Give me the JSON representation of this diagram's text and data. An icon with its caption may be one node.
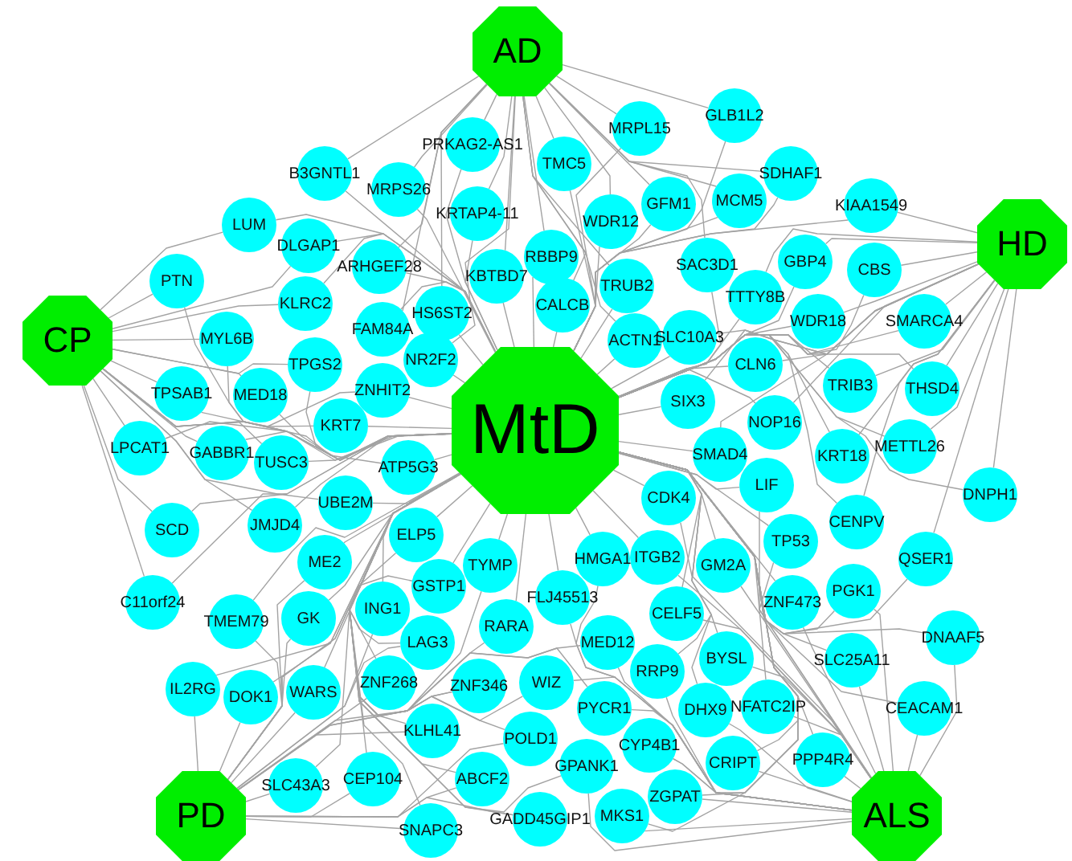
{
  "diagram": {
    "nodes": [
      {
        "text": [
          "MtD"
        ]
      },
      {
        "text": [
          "AD"
        ]
      },
      {
        "text": [
          "HD"
        ]
      },
      {
        "text": [
          "CP"
        ]
      },
      {
        "text": [
          "PD"
        ]
      },
      {
        "text": [
          "ALS"
        ]
      },
      {
        "text": [
          "PRKAG2-AS1"
        ]
      },
      {
        "text": [
          "B3GNTL1"
        ]
      },
      {
        "text": [
          "MRPS26"
        ]
      },
      {
        "text": [
          "KRTAP4-11"
        ]
      },
      {
        "text": [
          "KBTBD7"
        ]
      },
      {
        "text": [
          "RBBP9"
        ]
      },
      {
        "text": [
          "CALCB"
        ]
      },
      {
        "text": [
          "TMC5"
        ]
      },
      {
        "text": [
          "MRPL15"
        ]
      },
      {
        "text": [
          "GLB1L2"
        ]
      },
      {
        "text": [
          "WDR12"
        ]
      },
      {
        "text": [
          "GFM1"
        ]
      },
      {
        "text": [
          "TRUB2"
        ]
      },
      {
        "text": [
          "ACTN1"
        ]
      },
      {
        "text": [
          "HS6ST2"
        ]
      },
      {
        "text": [
          "ARHGEF28"
        ]
      },
      {
        "text": [
          "FAM84A"
        ]
      },
      {
        "text": [
          "NR2F2"
        ]
      },
      {
        "text": [
          "SDHAF1"
        ]
      },
      {
        "text": [
          "MCM5"
        ]
      },
      {
        "text": [
          "SAC3D1"
        ]
      },
      {
        "text": [
          "KIAA1549"
        ]
      },
      {
        "text": [
          "GBP4"
        ]
      },
      {
        "text": [
          "CBS"
        ]
      },
      {
        "text": [
          "SMARCA4"
        ]
      },
      {
        "text": [
          "WDR18"
        ]
      },
      {
        "text": [
          "TTTY8B"
        ]
      },
      {
        "text": [
          "SLC10A3"
        ]
      },
      {
        "text": [
          "CLN6"
        ]
      },
      {
        "text": [
          "SIX3"
        ]
      },
      {
        "text": [
          "TRIB3"
        ]
      },
      {
        "text": [
          "THSD4"
        ]
      },
      {
        "text": [
          "NOP16"
        ]
      },
      {
        "text": [
          "KRT18"
        ]
      },
      {
        "text": [
          "METTL26"
        ]
      },
      {
        "text": [
          "DNPH1"
        ]
      },
      {
        "text": [
          "QSER1"
        ]
      },
      {
        "text": [
          "CENPV"
        ]
      },
      {
        "text": [
          "SMAD4"
        ]
      },
      {
        "text": [
          "LUM"
        ]
      },
      {
        "text": [
          "PTN"
        ]
      },
      {
        "text": [
          "DLGAP1"
        ]
      },
      {
        "text": [
          "KLRC2"
        ]
      },
      {
        "text": [
          "MYL6B"
        ]
      },
      {
        "text": [
          "TPGS2"
        ]
      },
      {
        "text": [
          "TPSAB1"
        ]
      },
      {
        "text": [
          "MED18"
        ]
      },
      {
        "text": [
          "ZNHIT2"
        ]
      },
      {
        "text": [
          "KRT7"
        ]
      },
      {
        "text": [
          "LPCAT1"
        ]
      },
      {
        "text": [
          "GABBR1"
        ]
      },
      {
        "text": [
          "TUSC3"
        ]
      },
      {
        "text": [
          "ATP5G3"
        ]
      },
      {
        "text": [
          "SCD"
        ]
      },
      {
        "text": [
          "JMJD4"
        ]
      },
      {
        "text": [
          "UBE2M"
        ]
      },
      {
        "text": [
          "C11orf24"
        ]
      },
      {
        "text": [
          "ME2"
        ]
      },
      {
        "text": [
          "ELP5"
        ]
      },
      {
        "text": [
          "TYMP"
        ]
      },
      {
        "text": [
          "GSTP1"
        ]
      },
      {
        "text": [
          "TMEM79"
        ]
      },
      {
        "text": [
          "GK"
        ]
      },
      {
        "text": [
          "ING1"
        ]
      },
      {
        "text": [
          "RARA"
        ]
      },
      {
        "text": [
          "LAG3"
        ]
      },
      {
        "text": [
          "IL2RG"
        ]
      },
      {
        "text": [
          "DOK1"
        ]
      },
      {
        "text": [
          "WARS"
        ]
      },
      {
        "text": [
          "ZNF268"
        ]
      },
      {
        "text": [
          "ZNF346"
        ]
      },
      {
        "text": [
          "KLHL41"
        ]
      },
      {
        "text": [
          "POLD1"
        ]
      },
      {
        "text": [
          "SLC43A3"
        ]
      },
      {
        "text": [
          "CEP104"
        ]
      },
      {
        "text": [
          "ABCF2"
        ]
      },
      {
        "text": [
          "SNAPC3"
        ]
      },
      {
        "text": [
          "GADD45GIP1"
        ]
      },
      {
        "text": [
          "CDK4"
        ]
      },
      {
        "text": [
          "LIF"
        ]
      },
      {
        "text": [
          "TP53"
        ]
      },
      {
        "text": [
          "HMGA1"
        ]
      },
      {
        "text": [
          "ITGB2"
        ]
      },
      {
        "text": [
          "GM2A"
        ]
      },
      {
        "text": [
          "FLJ45513"
        ]
      },
      {
        "text": [
          "CELF5"
        ]
      },
      {
        "text": [
          "ZNF473"
        ]
      },
      {
        "text": [
          "PGK1"
        ]
      },
      {
        "text": [
          "MED12"
        ]
      },
      {
        "text": [
          "RRP9"
        ]
      },
      {
        "text": [
          "BYSL"
        ]
      },
      {
        "text": [
          "SLC25A11"
        ]
      },
      {
        "text": [
          "DNAAF5"
        ]
      },
      {
        "text": [
          "WIZ"
        ]
      },
      {
        "text": [
          "PYCR1"
        ]
      },
      {
        "text": [
          "DHX9"
        ]
      },
      {
        "text": [
          "NFATC2IP"
        ]
      },
      {
        "text": [
          "CEACAM1"
        ]
      },
      {
        "text": [
          "CYP4B1"
        ]
      },
      {
        "text": [
          "CRIPT"
        ]
      },
      {
        "text": [
          "PPP4R4"
        ]
      },
      {
        "text": [
          "GPANK1"
        ]
      },
      {
        "text": [
          "ZGPAT"
        ]
      },
      {
        "text": [
          "MKS1"
        ]
      }
    ],
    "edges": [
      {
        "from": 1,
        "to": 6,
        "arrow": "none"
      },
      {
        "from": 1,
        "to": 7,
        "arrow": "none"
      },
      {
        "from": 1,
        "to": 8,
        "arrow": "none"
      },
      {
        "from": 1,
        "to": 9,
        "arrow": "none"
      },
      {
        "from": 1,
        "to": 10,
        "arrow": "none"
      },
      {
        "from": 1,
        "to": 11,
        "arrow": "none"
      },
      {
        "from": 1,
        "to": 12,
        "arrow": "none"
      },
      {
        "from": 1,
        "to": 13,
        "arrow": "none"
      },
      {
        "from": 1,
        "to": 14,
        "arrow": "none"
      },
      {
        "from": 1,
        "to": 15,
        "arrow": "none"
      },
      {
        "from": 1,
        "to": 16,
        "arrow": "none"
      },
      {
        "from": 1,
        "to": 17,
        "arrow": "none"
      },
      {
        "from": 1,
        "to": 18,
        "arrow": "none"
      },
      {
        "from": 1,
        "to": 19,
        "arrow": "none"
      },
      {
        "from": 1,
        "to": 20,
        "arrow": "none"
      },
      {
        "from": 1,
        "to": 21,
        "arrow": "none"
      },
      {
        "from": 1,
        "to": 22,
        "arrow": "none"
      },
      {
        "from": 1,
        "to": 23,
        "arrow": "none"
      },
      {
        "from": 1,
        "to": 24,
        "arrow": "none"
      },
      {
        "from": 1,
        "to": 25,
        "arrow": "none"
      },
      {
        "from": 1,
        "to": 26,
        "arrow": "none"
      },
      {
        "from": 2,
        "to": 27,
        "arrow": "none"
      },
      {
        "from": 2,
        "to": 28,
        "arrow": "none"
      },
      {
        "from": 2,
        "to": 29,
        "arrow": "none"
      },
      {
        "from": 2,
        "to": 30,
        "arrow": "none"
      },
      {
        "from": 2,
        "to": 31,
        "arrow": "none"
      },
      {
        "from": 2,
        "to": 32,
        "arrow": "none"
      },
      {
        "from": 2,
        "to": 33,
        "arrow": "none"
      },
      {
        "from": 2,
        "to": 34,
        "arrow": "none"
      },
      {
        "from": 2,
        "to": 35,
        "arrow": "none"
      },
      {
        "from": 2,
        "to": 36,
        "arrow": "none"
      },
      {
        "from": 2,
        "to": 37,
        "arrow": "none"
      },
      {
        "from": 2,
        "to": 38,
        "arrow": "none"
      },
      {
        "from": 2,
        "to": 39,
        "arrow": "none"
      },
      {
        "from": 2,
        "to": 40,
        "arrow": "none"
      },
      {
        "from": 2,
        "to": 41,
        "arrow": "none"
      },
      {
        "from": 2,
        "to": 42,
        "arrow": "none"
      },
      {
        "from": 2,
        "to": 43,
        "arrow": "none"
      },
      {
        "from": 2,
        "to": 44,
        "arrow": "none"
      },
      {
        "from": 3,
        "to": 45,
        "arrow": "none"
      },
      {
        "from": 3,
        "to": 46,
        "arrow": "none"
      },
      {
        "from": 3,
        "to": 47,
        "arrow": "none"
      },
      {
        "from": 3,
        "to": 48,
        "arrow": "none"
      },
      {
        "from": 3,
        "to": 49,
        "arrow": "none"
      },
      {
        "from": 3,
        "to": 50,
        "arrow": "none"
      },
      {
        "from": 3,
        "to": 51,
        "arrow": "none"
      },
      {
        "from": 3,
        "to": 52,
        "arrow": "none"
      },
      {
        "from": 3,
        "to": 53,
        "arrow": "none"
      },
      {
        "from": 3,
        "to": 54,
        "arrow": "none"
      },
      {
        "from": 3,
        "to": 55,
        "arrow": "none"
      },
      {
        "from": 3,
        "to": 56,
        "arrow": "none"
      },
      {
        "from": 3,
        "to": 57,
        "arrow": "none"
      },
      {
        "from": 3,
        "to": 58,
        "arrow": "none"
      },
      {
        "from": 3,
        "to": 59,
        "arrow": "none"
      },
      {
        "from": 3,
        "to": 60,
        "arrow": "none"
      },
      {
        "from": 3,
        "to": 61,
        "arrow": "none"
      },
      {
        "from": 3,
        "to": 62,
        "arrow": "none"
      },
      {
        "from": 4,
        "to": 63,
        "arrow": "none"
      },
      {
        "from": 4,
        "to": 64,
        "arrow": "none"
      },
      {
        "from": 4,
        "to": 65,
        "arrow": "none"
      },
      {
        "from": 4,
        "to": 66,
        "arrow": "none"
      },
      {
        "from": 4,
        "to": 67,
        "arrow": "none"
      },
      {
        "from": 4,
        "to": 68,
        "arrow": "none"
      },
      {
        "from": 4,
        "to": 69,
        "arrow": "none"
      },
      {
        "from": 4,
        "to": 70,
        "arrow": "none"
      },
      {
        "from": 4,
        "to": 71,
        "arrow": "none"
      },
      {
        "from": 4,
        "to": 72,
        "arrow": "none"
      },
      {
        "from": 4,
        "to": 73,
        "arrow": "none"
      },
      {
        "from": 4,
        "to": 74,
        "arrow": "none"
      },
      {
        "from": 4,
        "to": 75,
        "arrow": "none"
      },
      {
        "from": 4,
        "to": 76,
        "arrow": "none"
      },
      {
        "from": 4,
        "to": 77,
        "arrow": "none"
      },
      {
        "from": 4,
        "to": 78,
        "arrow": "none"
      },
      {
        "from": 4,
        "to": 79,
        "arrow": "none"
      },
      {
        "from": 4,
        "to": 80,
        "arrow": "none"
      },
      {
        "from": 4,
        "to": 81,
        "arrow": "none"
      },
      {
        "from": 4,
        "to": 82,
        "arrow": "none"
      },
      {
        "from": 4,
        "to": 83,
        "arrow": "none"
      },
      {
        "from": 5,
        "to": 84,
        "arrow": "none"
      },
      {
        "from": 5,
        "to": 85,
        "arrow": "none"
      },
      {
        "from": 5,
        "to": 86,
        "arrow": "none"
      },
      {
        "from": 5,
        "to": 87,
        "arrow": "none"
      },
      {
        "from": 5,
        "to": 88,
        "arrow": "none"
      },
      {
        "from": 5,
        "to": 89,
        "arrow": "none"
      },
      {
        "from": 5,
        "to": 90,
        "arrow": "none"
      },
      {
        "from": 5,
        "to": 91,
        "arrow": "none"
      },
      {
        "from": 5,
        "to": 92,
        "arrow": "none"
      },
      {
        "from": 5,
        "to": 93,
        "arrow": "none"
      },
      {
        "from": 5,
        "to": 94,
        "arrow": "none"
      },
      {
        "from": 5,
        "to": 95,
        "arrow": "none"
      },
      {
        "from": 5,
        "to": 96,
        "arrow": "none"
      },
      {
        "from": 5,
        "to": 97,
        "arrow": "none"
      },
      {
        "from": 5,
        "to": 98,
        "arrow": "none"
      },
      {
        "from": 5,
        "to": 99,
        "arrow": "none"
      },
      {
        "from": 5,
        "to": 100,
        "arrow": "none"
      },
      {
        "from": 5,
        "to": 101,
        "arrow": "none"
      },
      {
        "from": 5,
        "to": 102,
        "arrow": "none"
      },
      {
        "from": 5,
        "to": 103,
        "arrow": "none"
      },
      {
        "from": 5,
        "to": 104,
        "arrow": "none"
      },
      {
        "from": 5,
        "to": 105,
        "arrow": "none"
      },
      {
        "from": 5,
        "to": 106,
        "arrow": "none"
      },
      {
        "from": 5,
        "to": 107,
        "arrow": "none"
      },
      {
        "from": 5,
        "to": 108,
        "arrow": "none"
      },
      {
        "from": 5,
        "to": 109,
        "arrow": "none"
      },
      {
        "from": 0,
        "to": 6,
        "arrow": "none"
      },
      {
        "from": 0,
        "to": 7,
        "arrow": "none"
      },
      {
        "from": 0,
        "to": 8,
        "arrow": "none"
      },
      {
        "from": 0,
        "to": 9,
        "arrow": "none"
      },
      {
        "from": 0,
        "to": 10,
        "arrow": "none"
      },
      {
        "from": 0,
        "to": 11,
        "arrow": "none"
      },
      {
        "from": 0,
        "to": 12,
        "arrow": "none"
      },
      {
        "from": 0,
        "to": 13,
        "arrow": "none"
      },
      {
        "from": 0,
        "to": 14,
        "arrow": "none"
      },
      {
        "from": 0,
        "to": 15,
        "arrow": "none"
      },
      {
        "from": 0,
        "to": 16,
        "arrow": "none"
      },
      {
        "from": 0,
        "to": 17,
        "arrow": "none"
      },
      {
        "from": 0,
        "to": 18,
        "arrow": "none"
      },
      {
        "from": 0,
        "to": 19,
        "arrow": "none"
      },
      {
        "from": 0,
        "to": 20,
        "arrow": "none"
      },
      {
        "from": 0,
        "to": 21,
        "arrow": "none"
      },
      {
        "from": 0,
        "to": 22,
        "arrow": "none"
      },
      {
        "from": 0,
        "to": 23,
        "arrow": "none"
      },
      {
        "from": 0,
        "to": 24,
        "arrow": "none"
      },
      {
        "from": 0,
        "to": 25,
        "arrow": "none"
      },
      {
        "from": 0,
        "to": 26,
        "arrow": "none"
      },
      {
        "from": 0,
        "to": 27,
        "arrow": "none"
      },
      {
        "from": 0,
        "to": 28,
        "arrow": "none"
      },
      {
        "from": 0,
        "to": 29,
        "arrow": "none"
      },
      {
        "from": 0,
        "to": 30,
        "arrow": "none"
      },
      {
        "from": 0,
        "to": 31,
        "arrow": "none"
      },
      {
        "from": 0,
        "to": 32,
        "arrow": "none"
      },
      {
        "from": 0,
        "to": 33,
        "arrow": "none"
      },
      {
        "from": 0,
        "to": 34,
        "arrow": "none"
      },
      {
        "from": 0,
        "to": 35,
        "arrow": "none"
      },
      {
        "from": 0,
        "to": 36,
        "arrow": "none"
      },
      {
        "from": 0,
        "to": 37,
        "arrow": "none"
      },
      {
        "from": 0,
        "to": 38,
        "arrow": "none"
      },
      {
        "from": 0,
        "to": 39,
        "arrow": "none"
      },
      {
        "from": 0,
        "to": 40,
        "arrow": "none"
      },
      {
        "from": 0,
        "to": 41,
        "arrow": "none"
      },
      {
        "from": 0,
        "to": 42,
        "arrow": "none"
      },
      {
        "from": 0,
        "to": 43,
        "arrow": "none"
      },
      {
        "from": 0,
        "to": 44,
        "arrow": "none"
      },
      {
        "from": 0,
        "to": 45,
        "arrow": "none"
      },
      {
        "from": 0,
        "to": 46,
        "arrow": "none"
      },
      {
        "from": 0,
        "to": 47,
        "arrow": "none"
      },
      {
        "from": 0,
        "to": 48,
        "arrow": "none"
      },
      {
        "from": 0,
        "to": 49,
        "arrow": "none"
      },
      {
        "from": 0,
        "to": 50,
        "arrow": "none"
      },
      {
        "from": 0,
        "to": 51,
        "arrow": "none"
      },
      {
        "from": 0,
        "to": 52,
        "arrow": "none"
      },
      {
        "from": 0,
        "to": 53,
        "arrow": "none"
      },
      {
        "from": 0,
        "to": 54,
        "arrow": "none"
      },
      {
        "from": 0,
        "to": 55,
        "arrow": "none"
      },
      {
        "from": 0,
        "to": 56,
        "arrow": "none"
      },
      {
        "from": 0,
        "to": 57,
        "arrow": "none"
      },
      {
        "from": 0,
        "to": 58,
        "arrow": "none"
      },
      {
        "from": 0,
        "to": 59,
        "arrow": "none"
      },
      {
        "from": 0,
        "to": 60,
        "arrow": "none"
      },
      {
        "from": 0,
        "to": 61,
        "arrow": "none"
      },
      {
        "from": 0,
        "to": 62,
        "arrow": "none"
      },
      {
        "from": 0,
        "to": 63,
        "arrow": "none"
      },
      {
        "from": 0,
        "to": 64,
        "arrow": "none"
      },
      {
        "from": 0,
        "to": 65,
        "arrow": "none"
      },
      {
        "from": 0,
        "to": 66,
        "arrow": "none"
      },
      {
        "from": 0,
        "to": 67,
        "arrow": "none"
      },
      {
        "from": 0,
        "to": 68,
        "arrow": "none"
      },
      {
        "from": 0,
        "to": 69,
        "arrow": "none"
      },
      {
        "from": 0,
        "to": 70,
        "arrow": "none"
      },
      {
        "from": 0,
        "to": 71,
        "arrow": "none"
      },
      {
        "from": 0,
        "to": 72,
        "arrow": "none"
      },
      {
        "from": 0,
        "to": 73,
        "arrow": "none"
      },
      {
        "from": 0,
        "to": 74,
        "arrow": "none"
      },
      {
        "from": 0,
        "to": 75,
        "arrow": "none"
      },
      {
        "from": 0,
        "to": 76,
        "arrow": "none"
      },
      {
        "from": 0,
        "to": 77,
        "arrow": "none"
      },
      {
        "from": 0,
        "to": 78,
        "arrow": "none"
      },
      {
        "from": 0,
        "to": 79,
        "arrow": "none"
      },
      {
        "from": 0,
        "to": 80,
        "arrow": "none"
      },
      {
        "from": 0,
        "to": 81,
        "arrow": "none"
      },
      {
        "from": 0,
        "to": 82,
        "arrow": "none"
      },
      {
        "from": 0,
        "to": 83,
        "arrow": "none"
      },
      {
        "from": 0,
        "to": 84,
        "arrow": "none"
      },
      {
        "from": 0,
        "to": 85,
        "arrow": "none"
      },
      {
        "from": 0,
        "to": 86,
        "arrow": "none"
      },
      {
        "from": 0,
        "to": 87,
        "arrow": "none"
      },
      {
        "from": 0,
        "to": 88,
        "arrow": "none"
      },
      {
        "from": 0,
        "to": 89,
        "arrow": "none"
      },
      {
        "from": 0,
        "to": 90,
        "arrow": "none"
      },
      {
        "from": 0,
        "to": 91,
        "arrow": "none"
      },
      {
        "from": 0,
        "to": 92,
        "arrow": "none"
      },
      {
        "from": 0,
        "to": 93,
        "arrow": "none"
      },
      {
        "from": 0,
        "to": 94,
        "arrow": "none"
      },
      {
        "from": 0,
        "to": 95,
        "arrow": "none"
      },
      {
        "from": 0,
        "to": 96,
        "arrow": "none"
      },
      {
        "from": 0,
        "to": 97,
        "arrow": "none"
      },
      {
        "from": 0,
        "to": 98,
        "arrow": "none"
      },
      {
        "from": 0,
        "to": 99,
        "arrow": "none"
      },
      {
        "from": 0,
        "to": 100,
        "arrow": "none"
      },
      {
        "from": 0,
        "to": 101,
        "arrow": "none"
      },
      {
        "from": 0,
        "to": 102,
        "arrow": "none"
      },
      {
        "from": 0,
        "to": 103,
        "arrow": "none"
      },
      {
        "from": 0,
        "to": 104,
        "arrow": "none"
      },
      {
        "from": 0,
        "to": 105,
        "arrow": "none"
      },
      {
        "from": 0,
        "to": 106,
        "arrow": "none"
      },
      {
        "from": 0,
        "to": 107,
        "arrow": "none"
      },
      {
        "from": 0,
        "to": 108,
        "arrow": "none"
      },
      {
        "from": 0,
        "to": 109,
        "arrow": "none"
      }
    ]
  }
}
